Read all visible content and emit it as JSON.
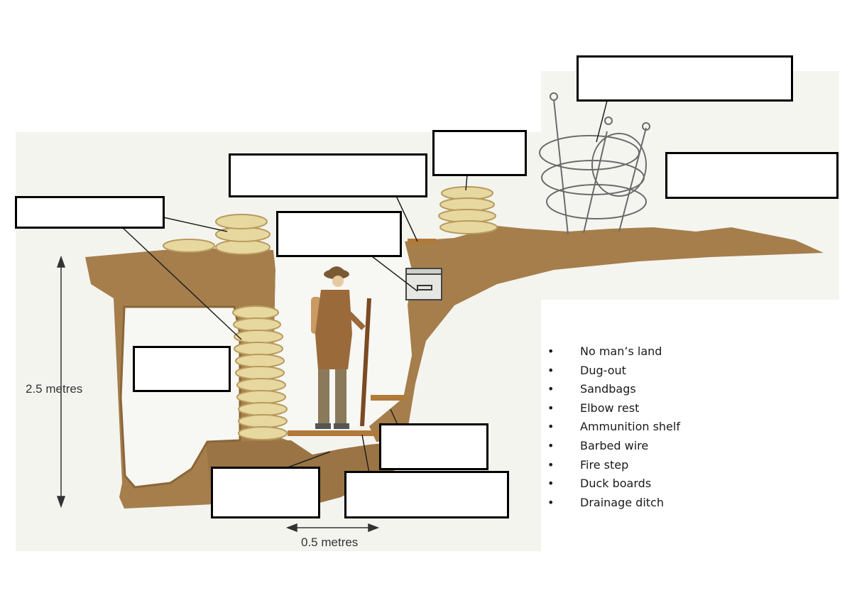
{
  "dimensions": {
    "height_label": "2.5 metres",
    "width_label": "0.5 metres"
  },
  "terms": [
    "No man’s land",
    "Dug-out",
    "Sandbags",
    "Elbow rest",
    "Ammunition shelf",
    "Barbed wire",
    "Fire step",
    "Duck boards",
    "Drainage ditch"
  ],
  "label_boxes": [
    "",
    "",
    "",
    "",
    "",
    "",
    "",
    "",
    "",
    ""
  ],
  "colors": {
    "earth": "#a57e4c",
    "earth_dark": "#8a6638",
    "sandbag": "#e7d8a0",
    "sandbag_edge": "#b89a5c",
    "wood": "#b07a3a",
    "uniform": "#9a6a3a"
  }
}
